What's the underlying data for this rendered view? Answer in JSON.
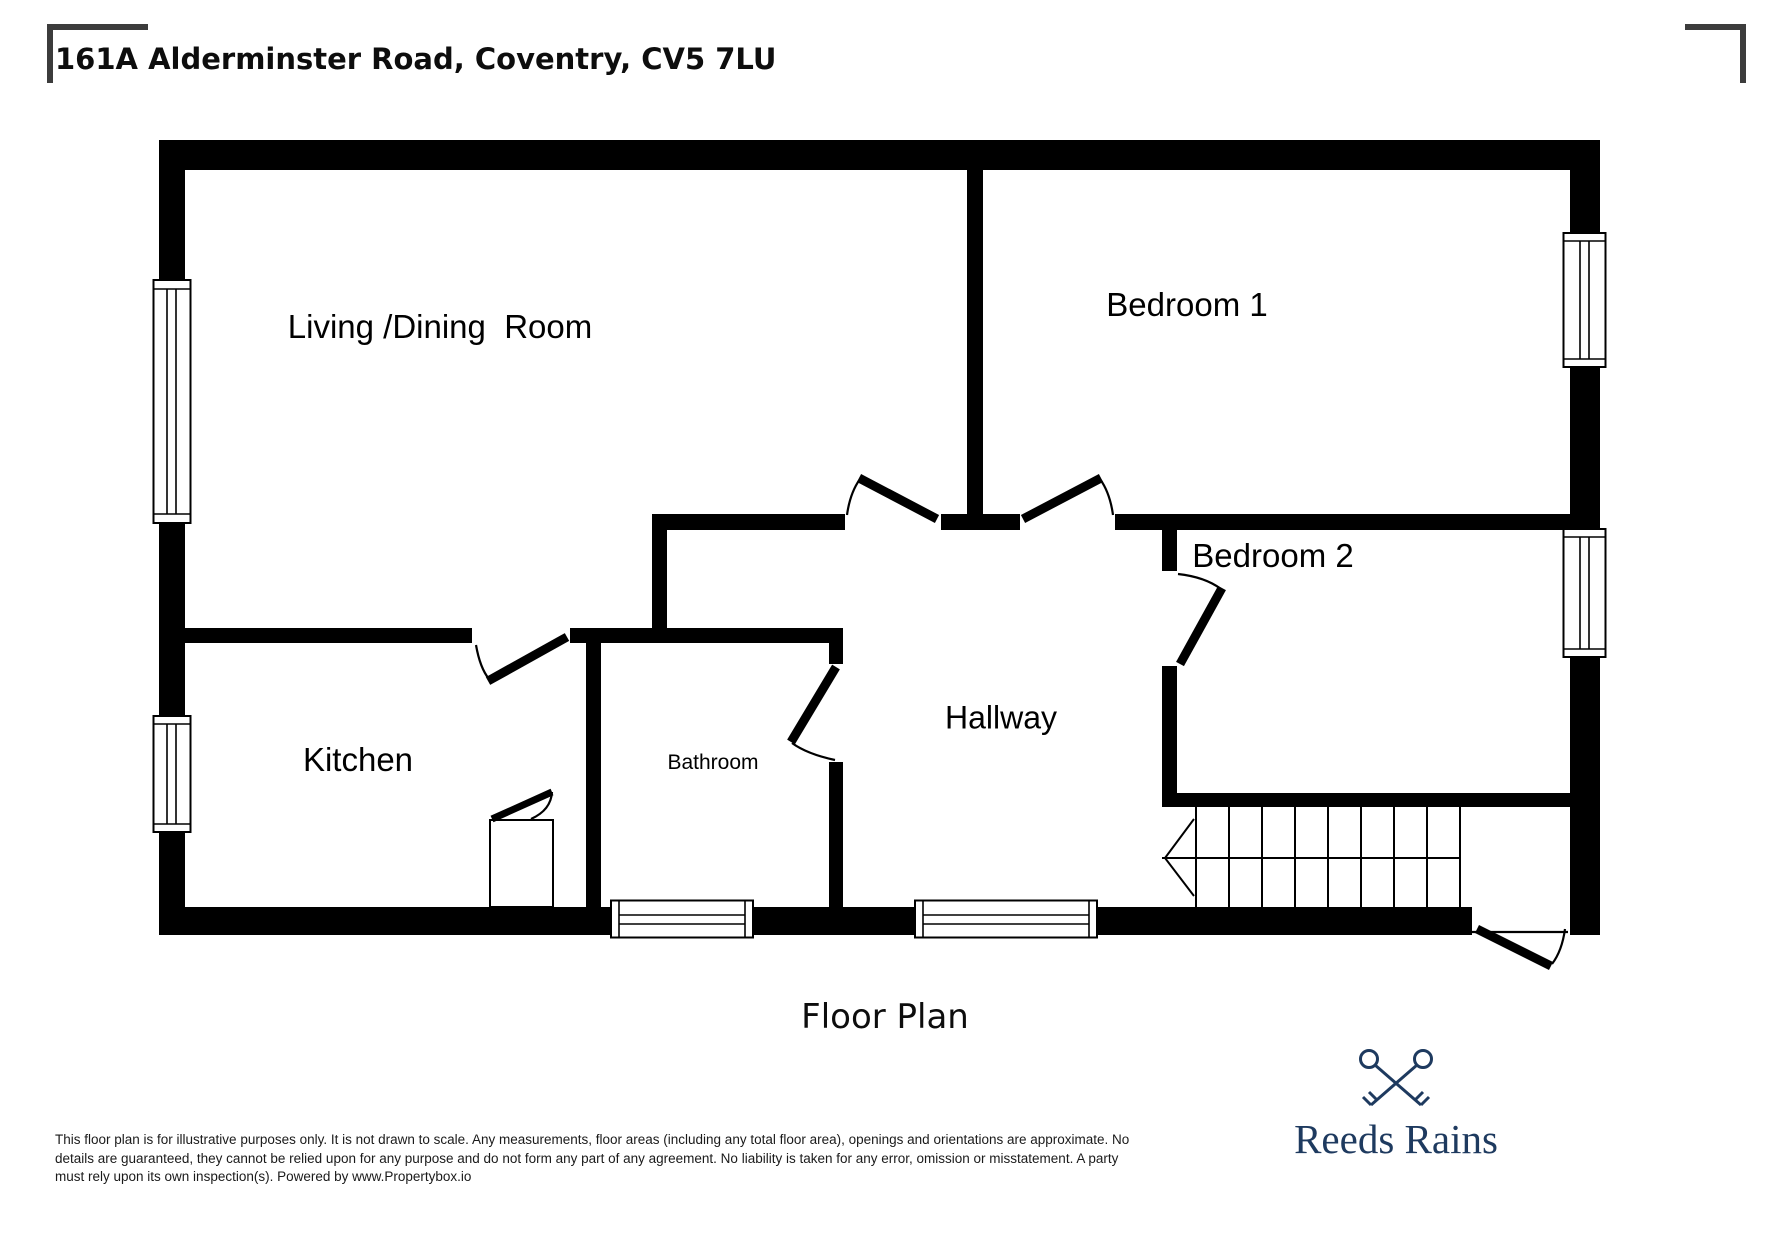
{
  "header": {
    "title": "161A Alderminster Road, Coventry, CV5 7LU"
  },
  "plan": {
    "caption": "Floor Plan",
    "rooms": {
      "living": "Living /Dining  Room",
      "bedroom1": "Bedroom 1",
      "bedroom2": "Bedroom 2",
      "kitchen": "Kitchen",
      "bathroom": "Bathroom",
      "hallway": "Hallway"
    }
  },
  "footer": {
    "disclaimer": {
      "line1": "This floor plan is for illustrative purposes only. It is not drawn to scale. Any measurements, floor areas (including any total floor area), openings and orientations are approximate. No",
      "line2": "details are guaranteed, they cannot be relied upon for any purpose and do not form any part of any agreement. No liability is taken for any error, omission or misstatement. A party",
      "line3": "must rely upon its own inspection(s). Powered by www.Propertybox.io"
    },
    "logo": {
      "name": "Reeds Rains",
      "icon": "crossed-keys-icon",
      "color": "#1e3a5f"
    }
  },
  "colors": {
    "walls": "#000000",
    "bracket_gray": "#3c3c3c",
    "logo_navy": "#1e3a5f",
    "background": "#ffffff"
  }
}
